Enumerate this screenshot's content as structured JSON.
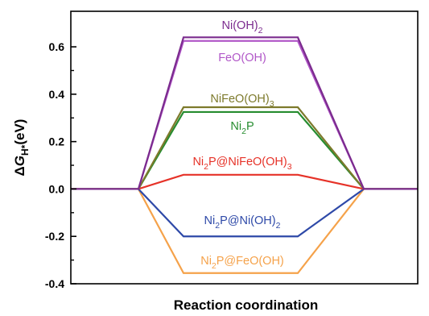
{
  "chart_data": {
    "type": "line",
    "xlabel": "Reaction coordination",
    "ylabel_parts": {
      "delta": "Δ",
      "G": "G",
      "sub": "H*",
      "unit": "(eV)"
    },
    "ylim": [
      -0.4,
      0.75
    ],
    "yticks": [
      -0.4,
      -0.2,
      0.0,
      0.2,
      0.4,
      0.6
    ],
    "ytick_labels": [
      "-0.4",
      "-0.2",
      "0.0",
      "0.2",
      "0.4",
      "0.6"
    ],
    "grid": false,
    "series": [
      {
        "label_parts": [
          [
            "Ni(OH)",
            false
          ],
          [
            "2",
            true
          ]
        ],
        "color": "#7b2b8e",
        "value": 0.64
      },
      {
        "label_parts": [
          [
            "FeO(OH)",
            false
          ]
        ],
        "color": "#b157c8",
        "value": 0.625
      },
      {
        "label_parts": [
          [
            "NiFeO(OH)",
            false
          ],
          [
            "3",
            true
          ]
        ],
        "color": "#7d7a2c",
        "value": 0.345
      },
      {
        "label_parts": [
          [
            "Ni",
            false
          ],
          [
            "2",
            true
          ],
          [
            "P",
            false
          ]
        ],
        "color": "#268c2f",
        "value": 0.325
      },
      {
        "label_parts": [
          [
            "Ni",
            false
          ],
          [
            "2",
            true
          ],
          [
            "P@NiFeO(OH)",
            false
          ],
          [
            "3",
            true
          ]
        ],
        "color": "#e63228",
        "value": 0.06
      },
      {
        "label_parts": [
          [
            "Ni",
            false
          ],
          [
            "2",
            true
          ],
          [
            "P@Ni(OH)",
            false
          ],
          [
            "2",
            true
          ]
        ],
        "color": "#2e49a8",
        "value": -0.2
      },
      {
        "label_parts": [
          [
            "Ni",
            false
          ],
          [
            "2",
            true
          ],
          [
            "P@FeO(OH)",
            false
          ]
        ],
        "color": "#f5a24a",
        "value": -0.355
      }
    ]
  }
}
